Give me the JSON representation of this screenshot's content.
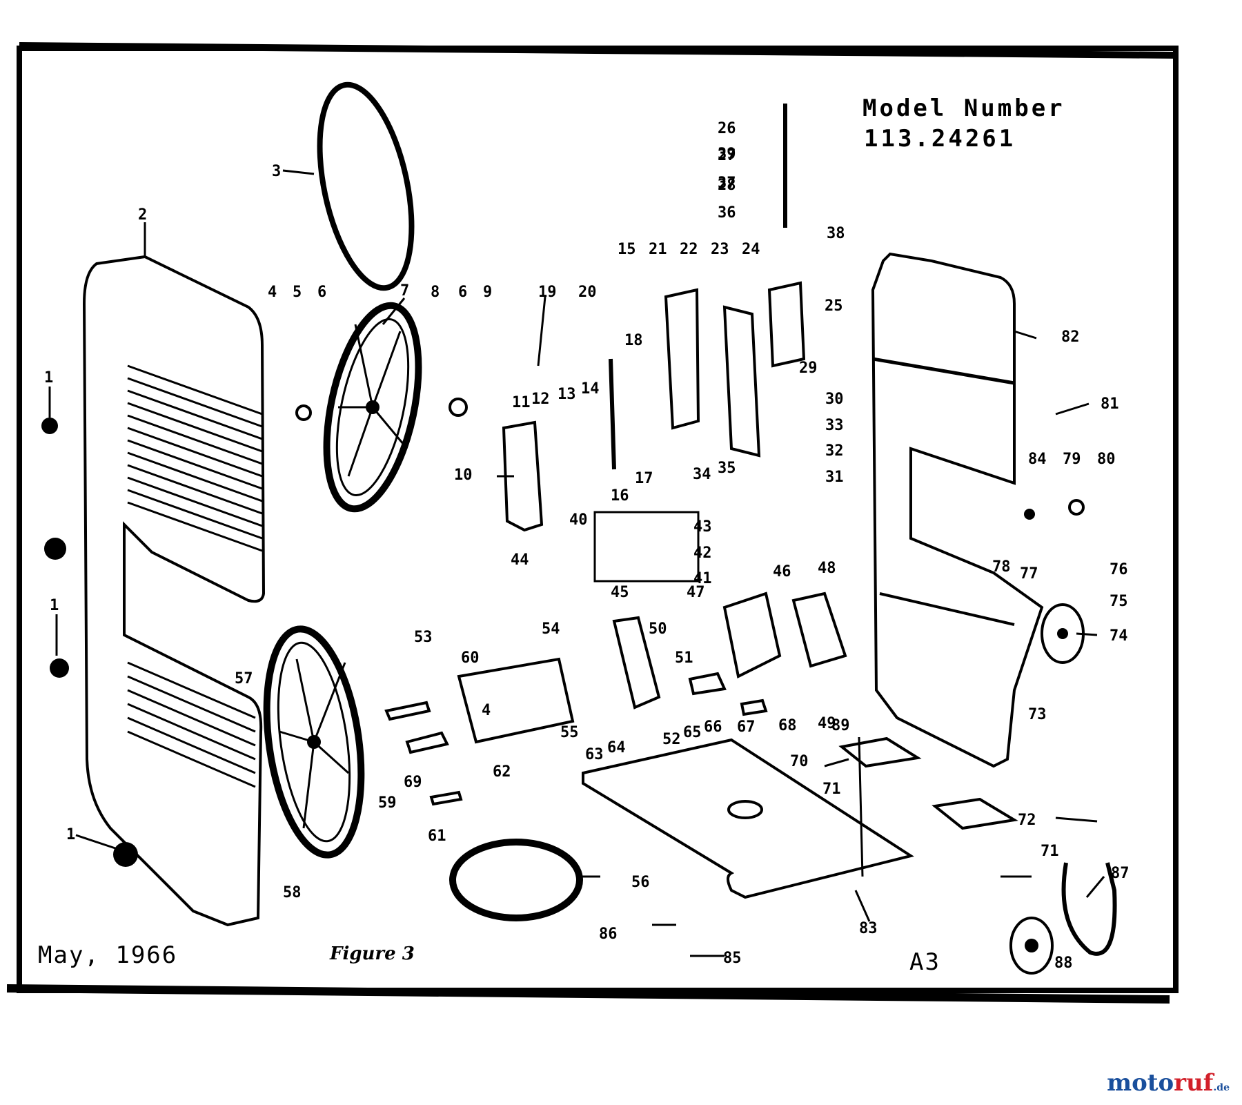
{
  "header": {
    "model_line1": "Model Number",
    "model_line2": "113.24261"
  },
  "footer": {
    "date": "May, 1966",
    "figure": "Figure 3",
    "page_code": "A3"
  },
  "watermark": {
    "part1": "moto",
    "part2": "ruf",
    "part3": ".de"
  },
  "callouts": {
    "c1": "1",
    "c1b": "1",
    "c1c": "1",
    "c2": "2",
    "c3": "3",
    "c4a": "4",
    "c4b": "4",
    "c5": "5",
    "c6": "6",
    "c7": "7",
    "c8": "8",
    "c6b": "6",
    "c9": "9",
    "c10": "10",
    "c11": "11",
    "c12": "12",
    "c13": "13",
    "c14": "14",
    "c15": "15",
    "c16": "16",
    "c17": "17",
    "c18": "18",
    "c19": "19",
    "c20": "20",
    "c21": "21",
    "c22": "22",
    "c23": "23",
    "c24": "24",
    "c25": "25",
    "c26": "26",
    "c27": "27",
    "c28": "28",
    "c29": "29",
    "c30": "30",
    "c31": "31",
    "c32": "32",
    "c33": "33",
    "c34": "34",
    "c35": "35",
    "c36": "36",
    "c37": "37",
    "c38": "38",
    "c39": "39",
    "c40": "40",
    "c41": "41",
    "c42": "42",
    "c43": "43",
    "c44": "44",
    "c45": "45",
    "c46": "46",
    "c47": "47",
    "c48": "48",
    "c49": "49",
    "c50": "50",
    "c51": "51",
    "c52": "52",
    "c53": "53",
    "c54": "54",
    "c55": "55",
    "c56": "56",
    "c57": "57",
    "c58": "58",
    "c59": "59",
    "c60": "60",
    "c61": "61",
    "c62": "62",
    "c63": "63",
    "c64": "64",
    "c65": "65",
    "c66": "66",
    "c67": "67",
    "c68": "68",
    "c69": "69",
    "c70": "70",
    "c71": "71",
    "c71b": "71",
    "c72": "72",
    "c73": "73",
    "c74": "74",
    "c75": "75",
    "c76": "76",
    "c77": "77",
    "c78": "78",
    "c79": "79",
    "c80": "80",
    "c81": "81",
    "c82": "82",
    "c83": "83",
    "c84": "84",
    "c85": "85",
    "c86": "86",
    "c87": "87",
    "c88": "88",
    "c89": "89"
  }
}
